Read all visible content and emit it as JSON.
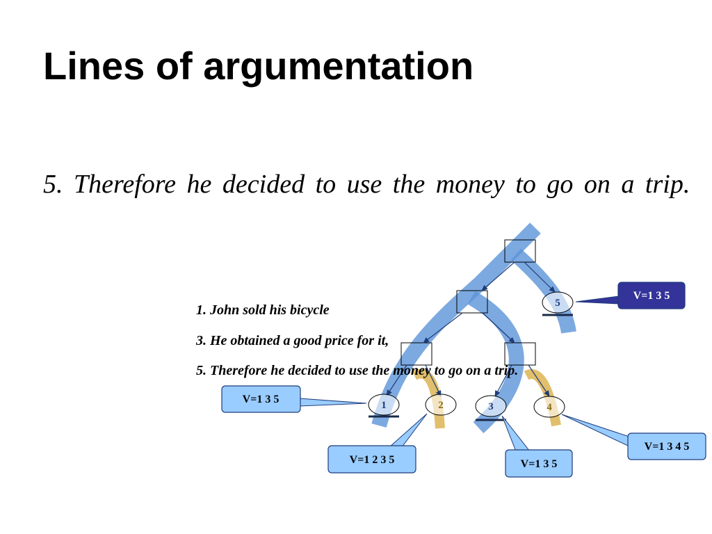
{
  "slide": {
    "title": "Lines of argumentation",
    "point": "5. Therefore he decided to use the money to go on a trip."
  },
  "sentences": [
    "1. John sold his bicycle",
    "3. He obtained a good price for it,",
    "5. Therefore he decided to use the money to go on a trip."
  ],
  "nodes": {
    "n1": "1",
    "n2": "2",
    "n3": "3",
    "n4": "4",
    "n5": "5"
  },
  "callouts": {
    "c5": "V=1 3 5",
    "c1": "V=1 3 5",
    "c2": "V=1 2 3 5",
    "c3": "V=1 3 5",
    "c4": "V=1 3 4 5"
  },
  "colors": {
    "blue_path": "#5b93d8",
    "gold_path": "#dcb452",
    "callout_light": "#99ccff",
    "callout_dark": "#333399",
    "callout_border": "#1f3d7a",
    "arrow": "#1f3d7a",
    "node_text": "#1f3d7a",
    "gold_label": "#8a6a10"
  }
}
